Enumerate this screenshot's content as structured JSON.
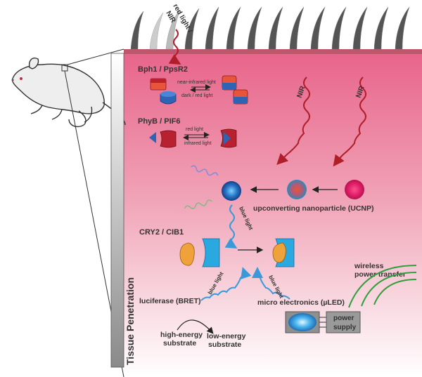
{
  "labels": {
    "red_light_nir_1": "red light /",
    "red_light_nir_2": "NIR",
    "nir_1": "NIR",
    "nir_2": "NIR",
    "bph1_ppsr2": "Bph1 / PpsR2",
    "near_infrared": "near-infrared light",
    "dark_red": "dark / red light",
    "phyb_pif6": "PhyB / PIF6",
    "red_light": "red light",
    "infrared_light": "infrared light",
    "ucnp": "upconverting nanoparticle (UCNP)",
    "blue_light_1": "blue light",
    "blue_light_2": "blue light",
    "blue_light_3": "blue light",
    "cry2_cib1": "CRY2 / CIB1",
    "wireless_1": "wireless",
    "wireless_2": "power transfer",
    "luciferase": "luciferase (BRET)",
    "micro_electronics": "micro electronics (µLED)",
    "high_energy_1": "high-energy",
    "high_energy_2": "substrate",
    "low_energy_1": "low-energy",
    "low_energy_2": "substrate",
    "power_1": "power",
    "power_2": "supply",
    "tissue_penetration": "Tissue Penetration"
  },
  "colors": {
    "tissue_top": "#e8638a",
    "tissue_bottom": "#ffffff",
    "skin": "#c0566b",
    "red_wave": "#b01e2a",
    "blue_wave": "#3a9ad9",
    "green_wave": "#2e9e3e",
    "cry2": "#f0a23a",
    "cib1": "#29a9e0",
    "dark_red_shape": "#b82230",
    "orange_red_shape": "#e8553a",
    "blue_shape": "#2f64b5"
  }
}
